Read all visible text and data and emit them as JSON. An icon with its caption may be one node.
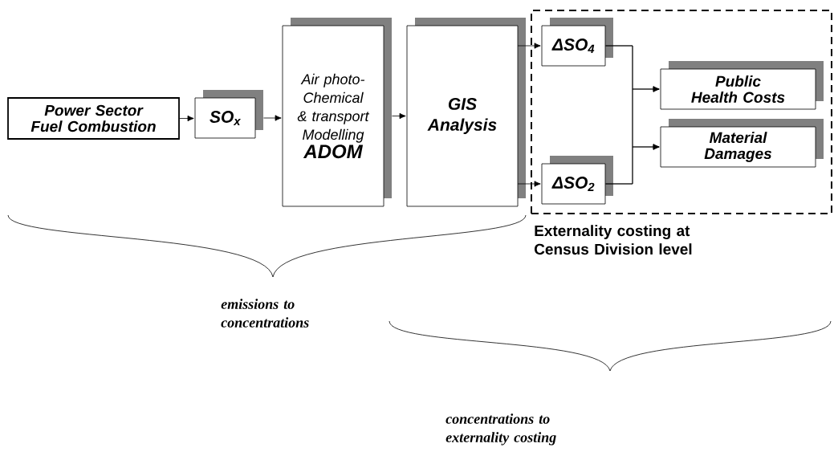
{
  "diagram": {
    "nodes": [
      {
        "text": [
          "Power Sector Fuel Combustion"
        ]
      },
      {
        "text": [
          "SO$_{x}$"
        ]
      },
      {
        "text": [
          "Air photo-Chemical & transport Modelling",
          "ADOM"
        ]
      },
      {
        "text": [
          "GIS Analysis"
        ]
      },
      {
        "text": [
          "Externality costing at Census Division level"
        ]
      },
      {
        "text": [
          "ΔSO$_{4}$"
        ],
        "in": 4
      },
      {
        "text": [
          "ΔSO$_{2}$"
        ],
        "in": 4
      },
      {
        "text": [
          "Public Health Costs"
        ],
        "in": 4
      },
      {
        "text": [
          "Material Damages"
        ],
        "in": 4
      }
    ],
    "edges": [
      {
        "from": 0,
        "to": 1,
        "arrow": "to"
      },
      {
        "from": 1,
        "to": 2,
        "arrow": "to"
      },
      {
        "from": 2,
        "to": 3,
        "arrow": "to"
      },
      {
        "from": 3,
        "to": 5,
        "arrow": "to"
      },
      {
        "from": 3,
        "to": 6,
        "arrow": "to"
      },
      {
        "from": 5,
        "to": 7,
        "arrow": "to"
      },
      {
        "from": 5,
        "to": 8,
        "arrow": "to"
      },
      {
        "from": 6,
        "to": 7,
        "arrow": "to"
      },
      {
        "from": 6,
        "to": 8,
        "arrow": "to"
      }
    ],
    "labels": [
      "emissions to concentrations",
      "concentrations to externality costing"
    ]
  }
}
